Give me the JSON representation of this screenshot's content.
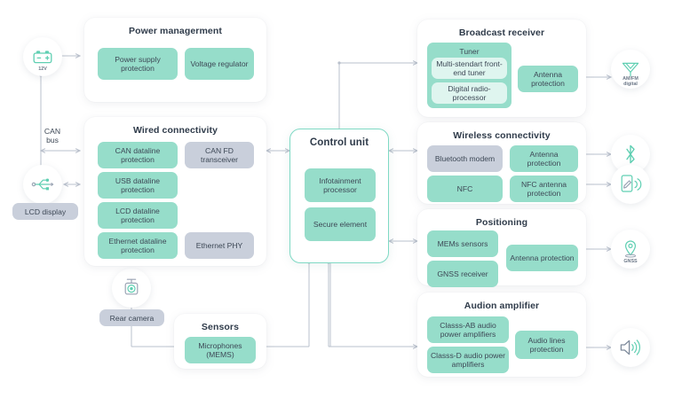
{
  "diagram": {
    "title": "Automotive infotainment system block diagram",
    "colors": {
      "accent_green": "#96ddca",
      "accent_outline": "#7fd9c4",
      "pale_green": "#dff5ef",
      "grey_block": "#c9cfdb",
      "text": "#3d4856",
      "title_text": "#2f3b4a",
      "wire": "#b9c0cc",
      "background": "#ffffff"
    },
    "panels": [
      {
        "id": "power-management",
        "title": "Power managerment",
        "blocks": [
          {
            "label": "Power supply protection",
            "style": "green"
          },
          {
            "label": "Voltage regulator",
            "style": "green"
          }
        ]
      },
      {
        "id": "wired-connectivity",
        "title": "Wired connectivity",
        "blocks": [
          {
            "label": "CAN dataline protection",
            "style": "green"
          },
          {
            "label": "CAN FD transceiver",
            "style": "grey"
          },
          {
            "label": "USB dataline protection",
            "style": "green"
          },
          {
            "label": "LCD dataline protection",
            "style": "green"
          },
          {
            "label": "Ethernet dataline protection",
            "style": "green"
          },
          {
            "label": "Ethernet PHY",
            "style": "grey"
          }
        ]
      },
      {
        "id": "control-unit",
        "title": "Control unit",
        "blocks": [
          {
            "label": "Infotainment processor",
            "style": "green"
          },
          {
            "label": "Secure element",
            "style": "green"
          }
        ]
      },
      {
        "id": "sensors",
        "title": "Sensors",
        "blocks": [
          {
            "label": "Microphones (MEMS)",
            "style": "green"
          }
        ]
      },
      {
        "id": "broadcast-receiver",
        "title": "Broadcast receiver",
        "subgroup": {
          "label": "Tuner",
          "blocks": [
            {
              "label": "Multi-stendart front-end tuner",
              "style": "pale"
            },
            {
              "label": "Digital radio-processor",
              "style": "pale"
            }
          ]
        },
        "blocks": [
          {
            "label": "Antenna protection",
            "style": "green"
          }
        ]
      },
      {
        "id": "wireless-connectivity",
        "title": "Wireless connectivity",
        "blocks": [
          {
            "label": "Bluetooth modem",
            "style": "grey"
          },
          {
            "label": "Antenna protection",
            "style": "green"
          },
          {
            "label": "NFC",
            "style": "green"
          },
          {
            "label": "NFC antenna protection",
            "style": "green"
          }
        ]
      },
      {
        "id": "positioning",
        "title": "Positioning",
        "blocks": [
          {
            "label": "MEMs sensors",
            "style": "green"
          },
          {
            "label": "GNSS receiver",
            "style": "green"
          },
          {
            "label": "Antenna protection",
            "style": "green"
          }
        ]
      },
      {
        "id": "audio-amplifier",
        "title": "Audion amplifier",
        "blocks": [
          {
            "label": "Classs-AB audio power amplifiers",
            "style": "green"
          },
          {
            "label": "Classs-D audio power amplifiers",
            "style": "green"
          },
          {
            "label": "Audio lines protection",
            "style": "green"
          }
        ]
      }
    ],
    "nodes": [
      {
        "id": "battery",
        "icon": "battery-icon",
        "caption": "12V"
      },
      {
        "id": "usb",
        "icon": "usb-icon",
        "caption": ""
      },
      {
        "id": "camera",
        "icon": "camera-icon",
        "caption": ""
      },
      {
        "id": "antenna",
        "icon": "antenna-icon",
        "caption": "AM/FM\ndigital"
      },
      {
        "id": "bluetooth",
        "icon": "bluetooth-icon",
        "caption": ""
      },
      {
        "id": "nfc",
        "icon": "nfc-phone-tap-icon",
        "caption": ""
      },
      {
        "id": "gnss",
        "icon": "map-pin-icon",
        "caption": "GNSS"
      },
      {
        "id": "speaker",
        "icon": "speaker-icon",
        "caption": ""
      }
    ],
    "pills": [
      {
        "id": "lcd-display",
        "label": "LCD display"
      },
      {
        "id": "rear-camera",
        "label": "Rear camera"
      }
    ],
    "annotations": [
      {
        "id": "can-bus",
        "label": "CAN\nbus"
      }
    ],
    "captions": {
      "battery": "12V",
      "antenna_line1": "AM/FM",
      "antenna_line2": "digital",
      "gnss": "GNSS"
    }
  }
}
